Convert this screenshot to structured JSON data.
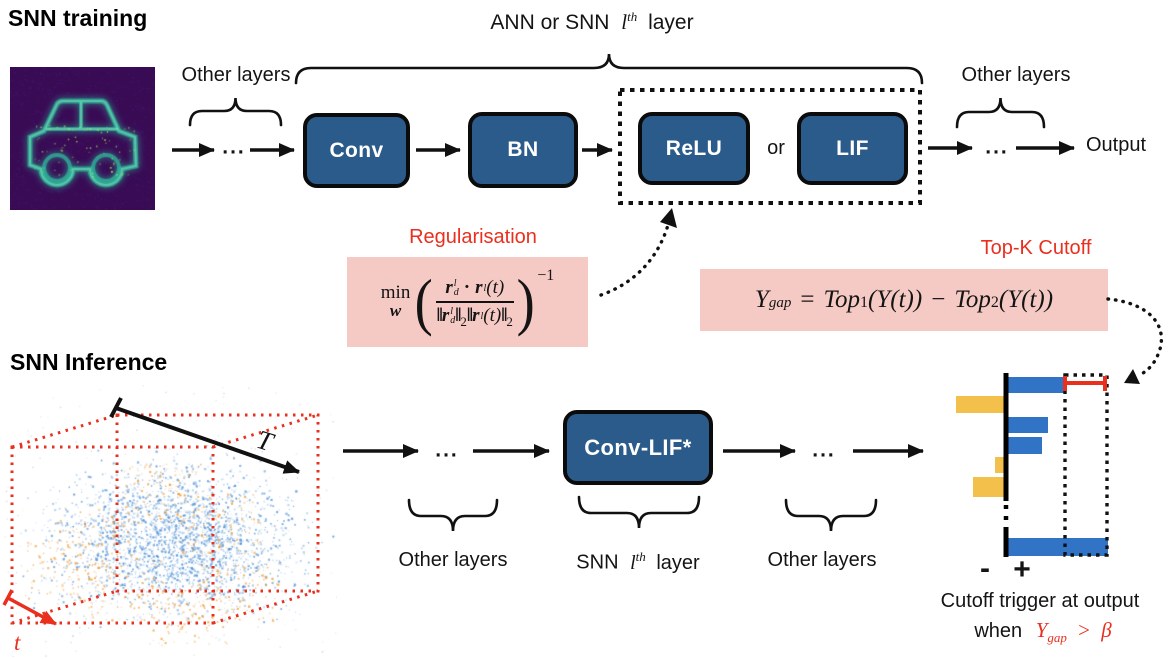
{
  "colors": {
    "node_blue": "#2b5b8b",
    "bar_positive": "#3173c4",
    "bar_negative": "#f3c14b",
    "accent_red": "#e92f1e",
    "formula_pink": "#f5cac4"
  },
  "training": {
    "title": "SNN training",
    "layer_label": {
      "pre": "ANN or SNN",
      "l": "l",
      "sup": "th",
      "post": "layer"
    },
    "other_layers_left": "Other layers",
    "other_layers_right": "Other layers",
    "ellipsis_left": "...",
    "ellipsis_right": "...",
    "nodes": {
      "conv": "Conv",
      "bn": "BN",
      "relu": "ReLU",
      "or": "or",
      "lif": "LIF"
    },
    "output_label": "Output"
  },
  "regularisation": {
    "title": "Regularisation",
    "min": "min",
    "min_sub": "w",
    "paren_open": "(",
    "paren_close": ")",
    "r1": "r",
    "r1_sup": "l",
    "r1_sub": "d",
    "dot": "·",
    "r2": "r",
    "r2_sup": "l",
    "r2_arg": "(t)",
    "n1": "‖",
    "r3": "r",
    "r3_sup": "l",
    "r3_sub": "d",
    "n2": "‖",
    "two1": "2",
    "n3": "‖",
    "r4": "r",
    "r4_sup": "l",
    "r4_arg": "(t)",
    "n4": "‖",
    "two2": "2",
    "exponent": "−1"
  },
  "topk": {
    "title": "Top-K Cutoff",
    "y": "Y",
    "y_sub": "gap",
    "eq": "=",
    "top1": "Top",
    "top1_sub": "1",
    "arg1": "(Y(t))",
    "minus": "−",
    "top2": "Top",
    "top2_sub": "2",
    "arg2": "(Y(t))"
  },
  "inference": {
    "title": "SNN Inference",
    "T_label": "T",
    "t_label": "t",
    "ellipsis_left": "...",
    "ellipsis_right": "...",
    "node": "Conv-LIF*",
    "other_layers_left": "Other layers",
    "layer_label": {
      "pre": "SNN",
      "l": "l",
      "sup": "th",
      "post": "layer"
    },
    "other_layers_right": "Other layers"
  },
  "output_chart": {
    "minus": "-",
    "plus": "+",
    "caption_line1": "Cutoff trigger at output",
    "caption_when": "when",
    "caption_y": "Y",
    "caption_y_sub": "gap",
    "caption_gt": ">",
    "caption_beta": "β",
    "bars": [
      {
        "row": 0,
        "value": 0.58
      },
      {
        "row": 1,
        "value": -0.5
      },
      {
        "row": 2,
        "value": 0.42
      },
      {
        "row": 3,
        "value": 0.36
      },
      {
        "row": 4,
        "value": -0.11
      },
      {
        "row": 5,
        "value": -0.33
      },
      {
        "row": 7,
        "value": 1.02
      }
    ]
  },
  "chart_data": {
    "type": "bar",
    "orientation": "horizontal",
    "values": [
      0.58,
      -0.5,
      0.42,
      0.36,
      -0.11,
      -0.33,
      1.02
    ],
    "axis_tick_labels": {
      "negative": "-",
      "positive": "+"
    },
    "gap_marker_row": 0,
    "axis_break_between_rows": [
      5,
      6
    ]
  }
}
